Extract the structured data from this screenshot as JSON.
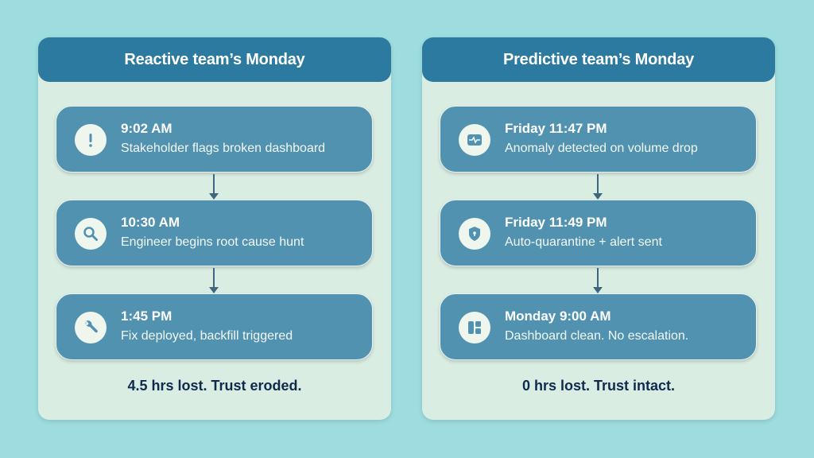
{
  "colors": {
    "background": "#9ddcdf",
    "panel": "#daede3",
    "header": "#2d7aa0",
    "card": "#5292b1",
    "summary_text": "#0e2a4d",
    "arrow": "#3e6680"
  },
  "panels": [
    {
      "title": "Reactive team’s Monday",
      "events": [
        {
          "time": "9:02 AM",
          "description": "Stakeholder flags broken dashboard",
          "icon": "exclamation-icon"
        },
        {
          "time": "10:30 AM",
          "description": "Engineer begins root cause hunt",
          "icon": "magnifier-icon"
        },
        {
          "time": "1:45 PM",
          "description": "Fix deployed, backfill triggered",
          "icon": "wrench-icon"
        }
      ],
      "summary": "4.5 hrs lost. Trust eroded."
    },
    {
      "title": "Predictive team’s Monday",
      "events": [
        {
          "time": "Friday 11:47 PM",
          "description": "Anomaly detected on volume drop",
          "icon": "monitor-pulse-icon"
        },
        {
          "time": "Friday 11:49 PM",
          "description": "Auto-quarantine + alert sent",
          "icon": "shield-lock-icon"
        },
        {
          "time": "Monday 9:00 AM",
          "description": "Dashboard clean. No escalation.",
          "icon": "dashboard-layout-icon"
        }
      ],
      "summary": "0 hrs lost. Trust intact."
    }
  ]
}
